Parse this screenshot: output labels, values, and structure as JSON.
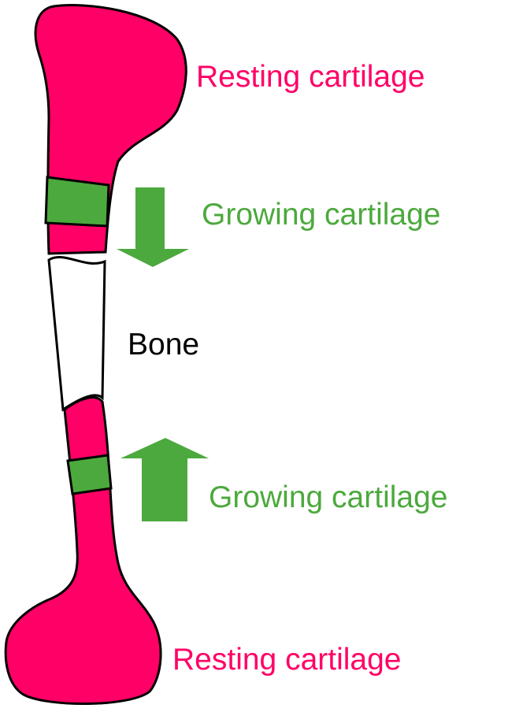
{
  "colors": {
    "resting_cartilage": "#ff0066",
    "growing_cartilage": "#4ca93d",
    "bone": "#ffffff",
    "outline": "#000000",
    "label_bone": "#000000"
  },
  "labels": {
    "resting_top": "Resting cartilage",
    "growing_top": "Growing cartilage",
    "bone": "Bone",
    "growing_bottom": "Growing cartilage",
    "resting_bottom": "Resting cartilage"
  },
  "arrows": {
    "upper_direction": "down",
    "lower_direction": "up"
  }
}
